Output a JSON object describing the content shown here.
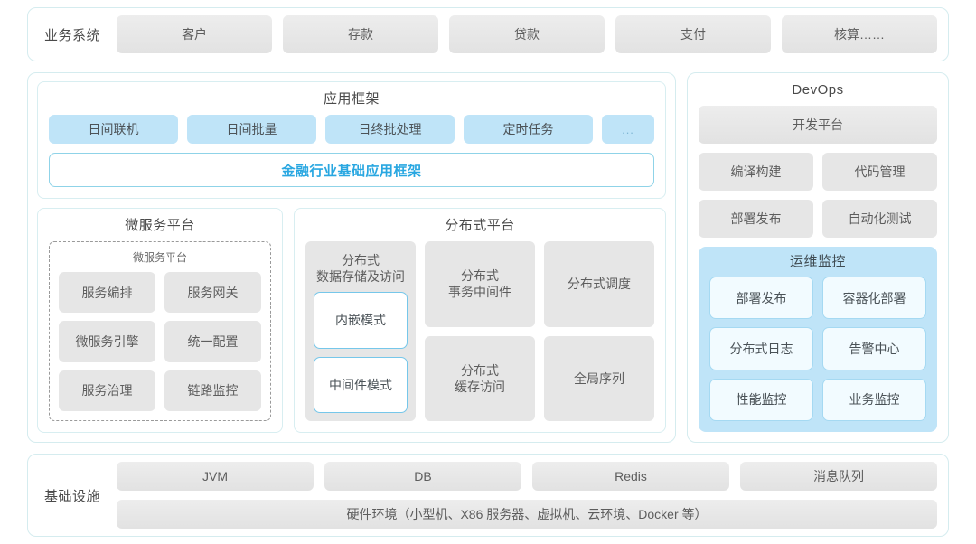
{
  "business": {
    "label": "业务系统",
    "items": [
      "客户",
      "存款",
      "贷款",
      "支付",
      "核算……"
    ]
  },
  "app_framework": {
    "title": "应用框架",
    "items": [
      "日间联机",
      "日间批量",
      "日终批处理",
      "定时任务"
    ],
    "ellipsis": "...",
    "banner": "金融行业基础应用框架"
  },
  "microservice": {
    "title": "微服务平台",
    "inner_title": "微服务平台",
    "items": [
      "服务编排",
      "服务网关",
      "微服务引擎",
      "统一配置",
      "服务治理",
      "链路监控"
    ]
  },
  "distributed": {
    "title": "分布式平台",
    "storage": {
      "label": "分布式\n数据存储及访问",
      "modes": [
        "内嵌模式",
        "中间件模式"
      ]
    },
    "items": [
      "分布式\n事务中间件",
      "分布式调度",
      "分布式\n缓存访问",
      "全局序列"
    ]
  },
  "devops": {
    "title": "DevOps",
    "platform": "开发平台",
    "items": [
      "编译构建",
      "代码管理",
      "部署发布",
      "自动化测试"
    ]
  },
  "ops_monitor": {
    "title": "运维监控",
    "items": [
      "部署发布",
      "容器化部署",
      "分布式日志",
      "告警中心",
      "性能监控",
      "业务监控"
    ]
  },
  "infrastructure": {
    "label": "基础设施",
    "items": [
      "JVM",
      "DB",
      "Redis",
      "消息队列"
    ],
    "hardware": "硬件环境（小型机、X86 服务器、虚拟机、云环境、Docker 等）"
  },
  "colors": {
    "accent": "#29a7e1",
    "chip_blue": "#bfe4f8",
    "chip_grey": "#e6e6e6",
    "panel_border": "#d8eef1"
  }
}
